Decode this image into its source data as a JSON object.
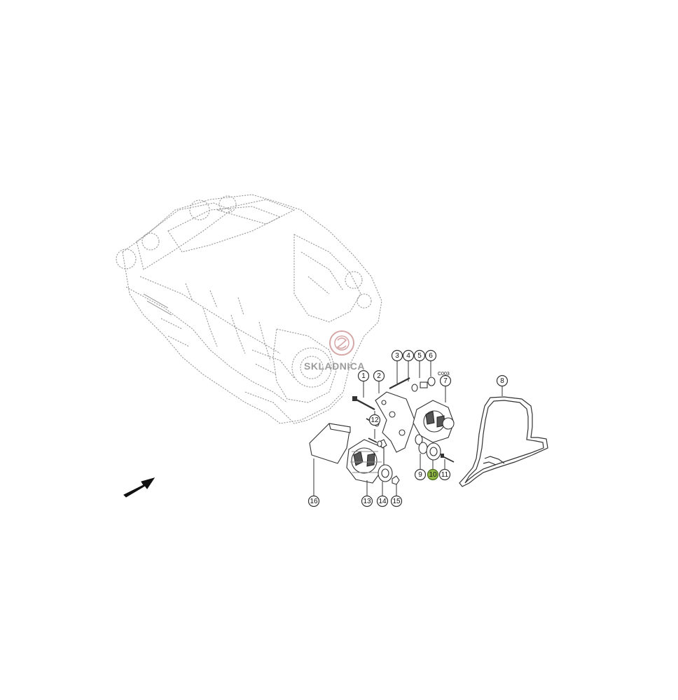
{
  "diagram": {
    "ref_code": "C003",
    "watermark": {
      "name": "SKLADNICA"
    },
    "callouts": [
      {
        "id": "1",
        "label": "1",
        "highlight": false
      },
      {
        "id": "2",
        "label": "2",
        "highlight": false
      },
      {
        "id": "3",
        "label": "3",
        "highlight": false
      },
      {
        "id": "4",
        "label": "4",
        "highlight": false
      },
      {
        "id": "5",
        "label": "5",
        "highlight": false
      },
      {
        "id": "6",
        "label": "6",
        "highlight": false
      },
      {
        "id": "7",
        "label": "7",
        "highlight": false
      },
      {
        "id": "8",
        "label": "8",
        "highlight": false
      },
      {
        "id": "9",
        "label": "9",
        "highlight": false
      },
      {
        "id": "10",
        "label": "10",
        "highlight": true
      },
      {
        "id": "11",
        "label": "11",
        "highlight": false
      },
      {
        "id": "12",
        "label": "12",
        "highlight": false
      },
      {
        "id": "13",
        "label": "13",
        "highlight": false
      },
      {
        "id": "14",
        "label": "14",
        "highlight": false
      },
      {
        "id": "15",
        "label": "15",
        "highlight": false
      },
      {
        "id": "16",
        "label": "16",
        "highlight": false
      }
    ],
    "highlight_color": "#8fb845",
    "icons": [
      "direction-arrow-icon",
      "watermark-logo-icon"
    ]
  }
}
